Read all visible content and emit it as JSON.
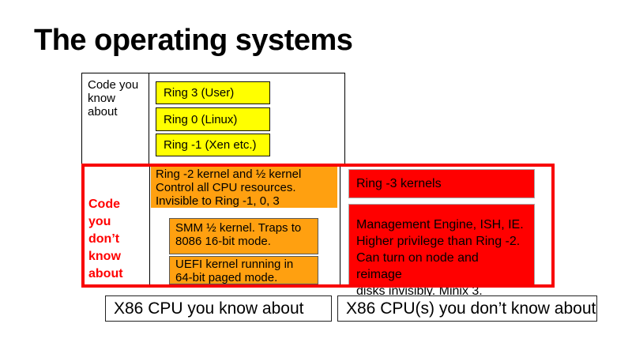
{
  "slide": {
    "title": "The operating systems"
  },
  "known": {
    "label": "Code you know about",
    "rings": [
      "Ring 3 (User)",
      "Ring 0 (Linux)",
      "Ring -1 (Xen etc.)"
    ]
  },
  "unknown": {
    "label": "Code you don’t know about",
    "ring2_text": "Ring -2 kernel and ½ kernel\nControl all CPU resources.\nInvisible to Ring -1, 0, 3",
    "smm_text": "SMM ½ kernel. Traps to\n8086 16-bit mode.",
    "uefi_text": "UEFI kernel running in\n64-bit paged mode.",
    "ring3_text": "Ring -3 kernels",
    "me_text": "Management Engine, ISH, IE.\nHigher privilege than Ring -2.\nCan turn on node and reimage\ndisks invisibly. Minix 3."
  },
  "cpu": {
    "known": "X86 CPU you know about",
    "unknown": "X86 CPU(s) you don’t know about"
  },
  "colors": {
    "yellow": "#FFFF00",
    "orange": "#FFA010",
    "red": "#FF0000",
    "red_outline": "#F80000",
    "black": "#000000",
    "gray_border": "#A9A9A9",
    "background": "#FFFFFF"
  }
}
